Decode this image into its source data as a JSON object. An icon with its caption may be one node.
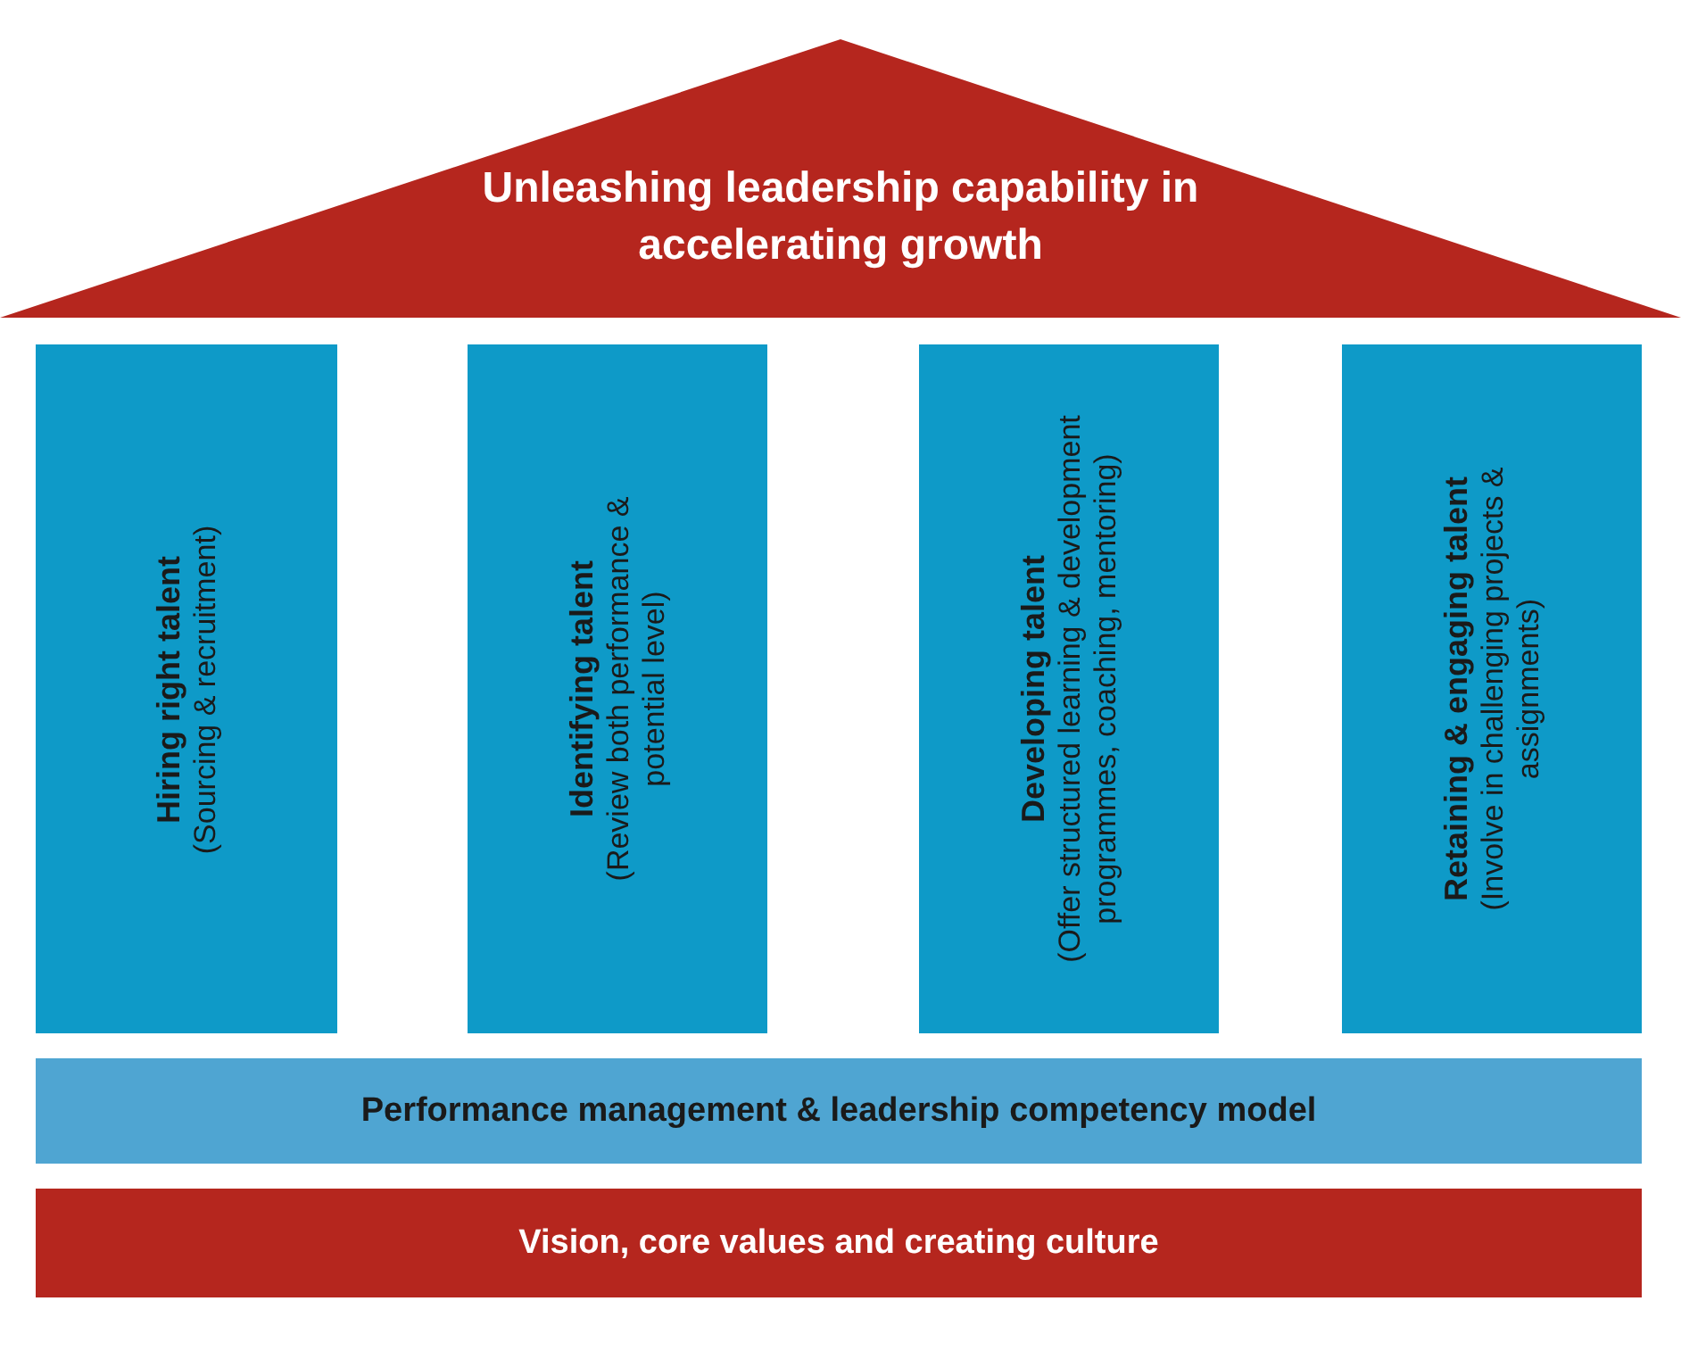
{
  "diagram": {
    "nodes": [
      {
        "text": [
          "Unleashing leadership capability in accelerating growth"
        ]
      },
      {
        "text": [
          "Hiring right talent",
          "(Sourcing & recruitment)"
        ]
      },
      {
        "text": [
          "Identifying talent",
          "(Review both performance & potential level)"
        ]
      },
      {
        "text": [
          "Developing talent",
          "(Offer structured learning & development programmes, coaching, mentoring)"
        ]
      },
      {
        "text": [
          "Retaining & engaging talent",
          "(Involve in challenging projects & assignments)"
        ]
      },
      {
        "text": [
          "Performance management & leadership competency model"
        ]
      },
      {
        "text": [
          "Vision, core values and creating culture"
        ]
      }
    ]
  }
}
